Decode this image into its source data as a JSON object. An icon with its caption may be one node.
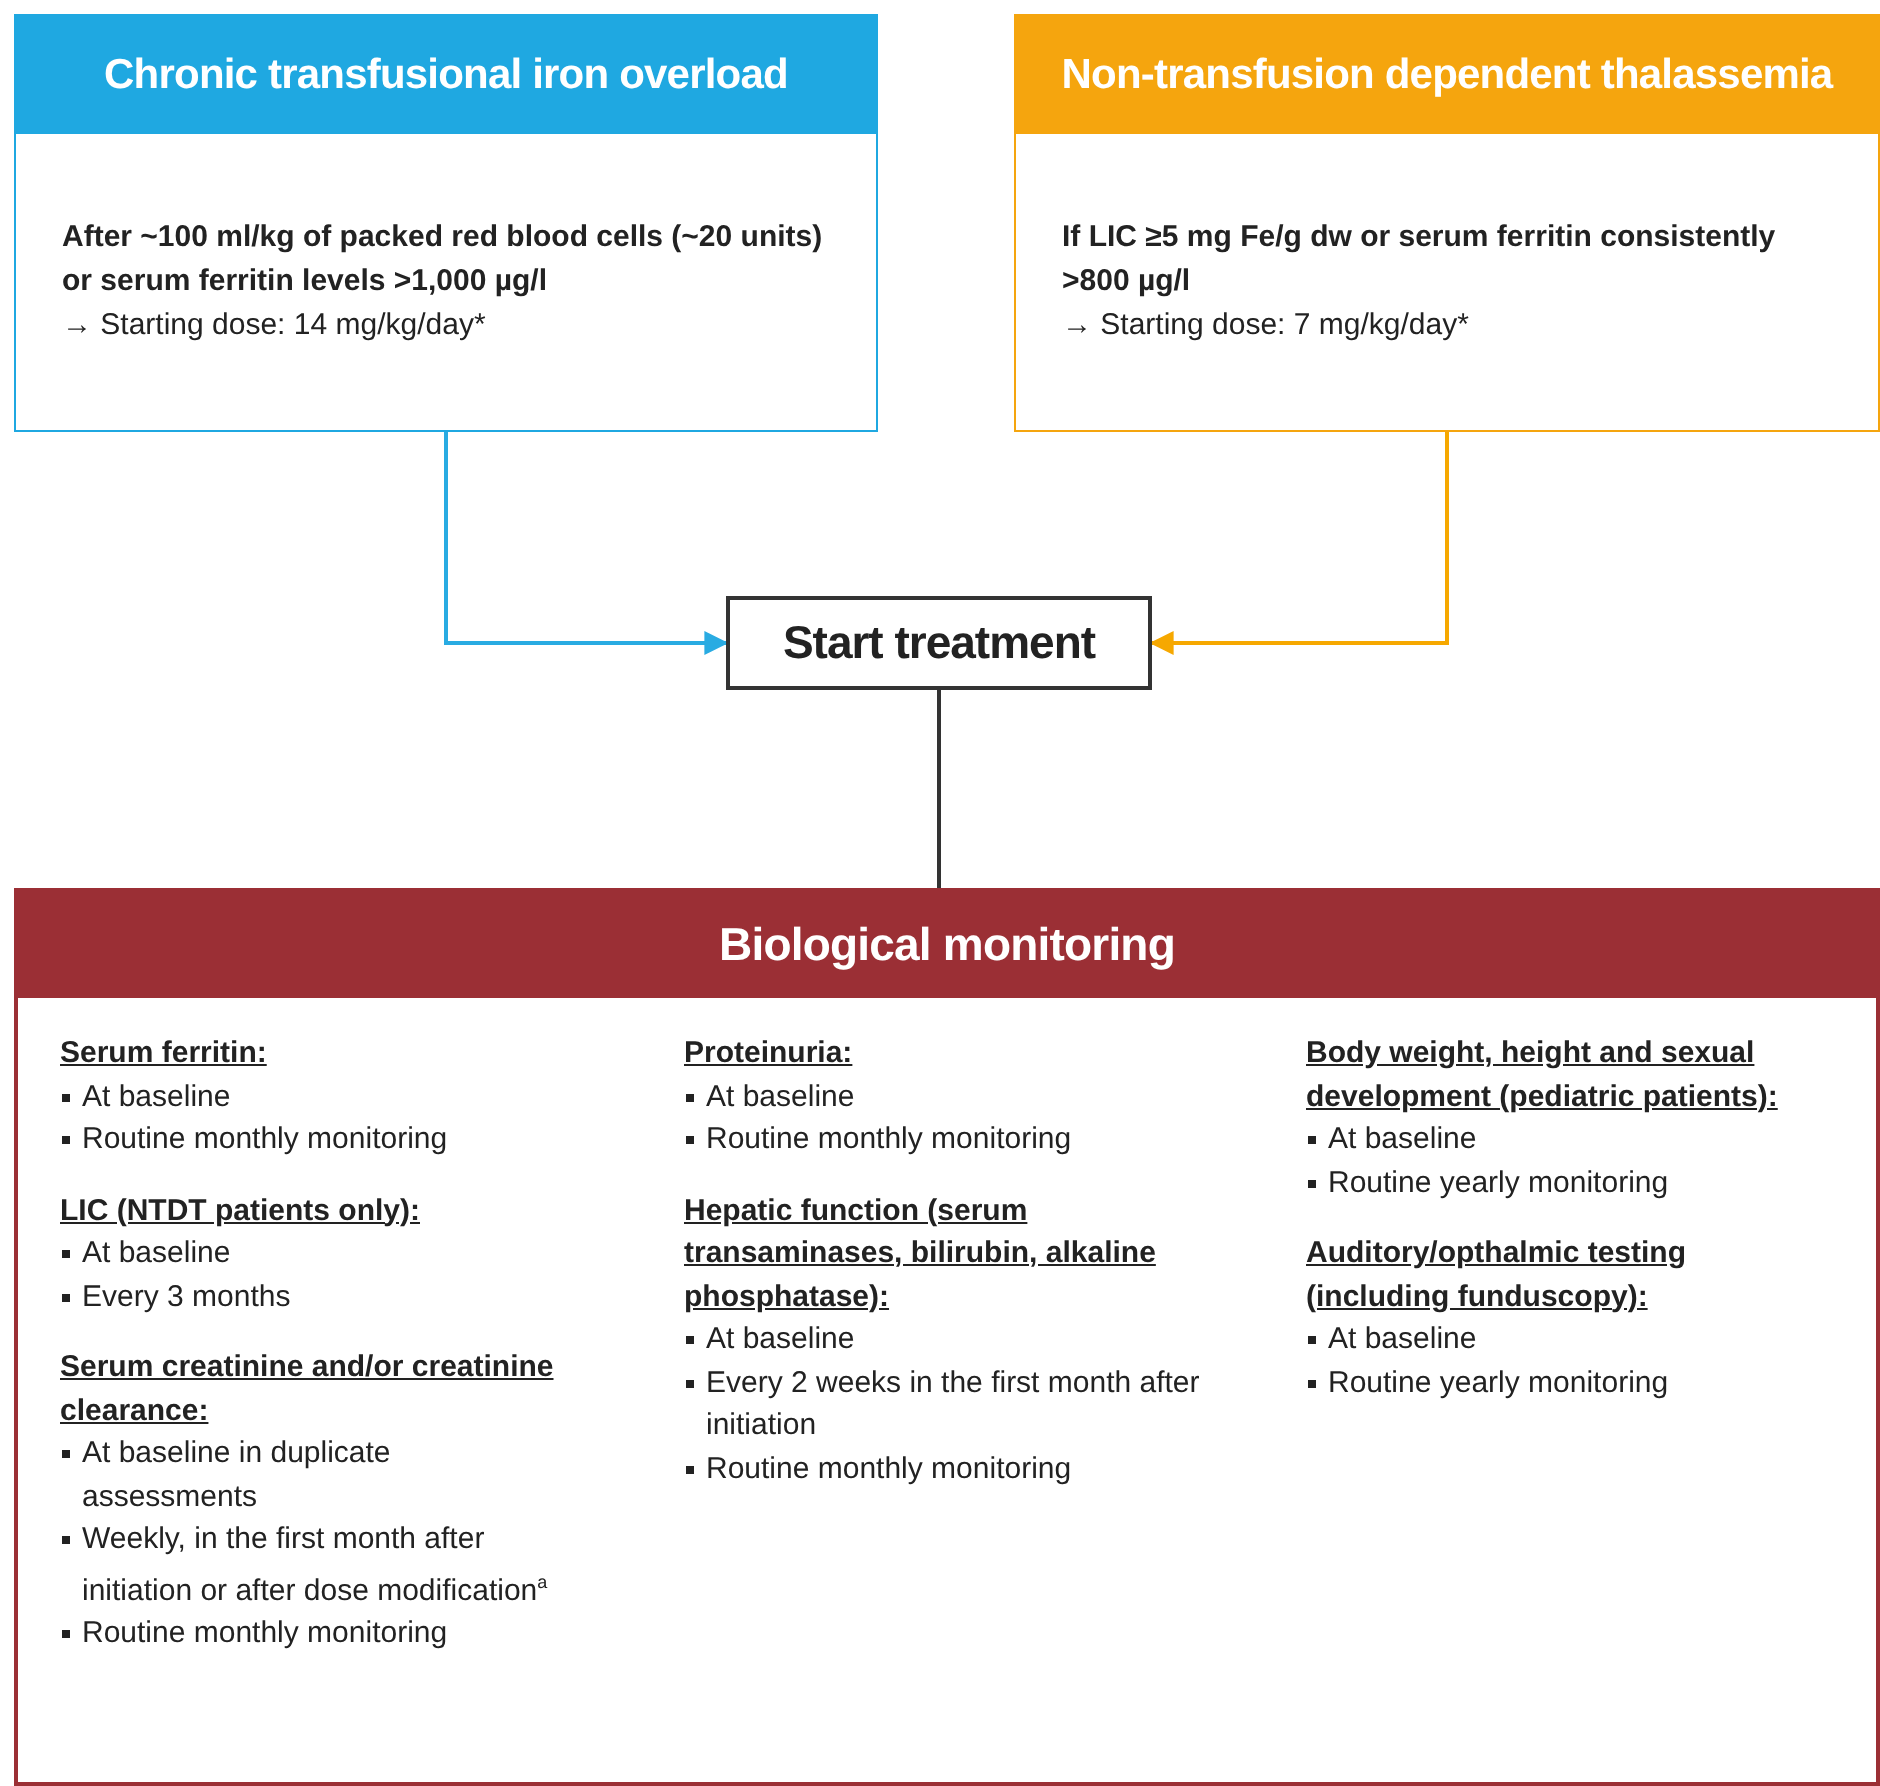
{
  "diagram": {
    "nodes": [
      {
        "text": [
          "Chronic transfusional iron overload",
          "After ~100 ml/kg of packed red blood cells (~20 units) or serum ferritin levels >1,000 µg/l",
          "→ Starting dose: 14 mg/kg/day*"
        ]
      },
      {
        "text": [
          "Non-transfusion dependent thalassemia",
          "If LIC ≥5 mg Fe/g dw or serum ferritin consistently >800 µg/l",
          "→ Starting dose: 7 mg/kg/day*"
        ]
      },
      {
        "text": [
          "Start treatment"
        ]
      },
      {
        "text": [
          "Biological monitoring",
          "Serum ferritin:",
          "At baseline",
          "Routine monthly monitoring",
          "LIC (NTDT patients only):",
          "At baseline",
          "Every 3 months",
          "Serum creatinine and/or creatinine clearance:",
          "At baseline in duplicate assessments",
          "Weekly, in the first month after initiation or after dose modification$^{a}$",
          "Routine monthly monitoring",
          "Proteinuria:",
          "At baseline",
          "Routine monthly monitoring",
          "Hepatic function (serum transaminases, bilirubin, alkaline phosphatase):",
          "At baseline",
          "Every 2 weeks in the first month after initiation",
          "Routine monthly monitoring",
          "Body weight, height and sexual development (pediatric patients):",
          "At baseline",
          "Routine yearly monitoring",
          "Auditory/opthalmic testing (including funduscopy):",
          "At baseline",
          "Routine yearly monitoring"
        ]
      }
    ],
    "edges": [
      {
        "from": 0,
        "to": 2,
        "arrow": "to",
        "color": "#29abe2"
      },
      {
        "from": 1,
        "to": 2,
        "arrow": "to",
        "color": "#f6a800"
      },
      {
        "from": 2,
        "to": 3,
        "arrow": "none",
        "color": "#333333"
      }
    ]
  }
}
